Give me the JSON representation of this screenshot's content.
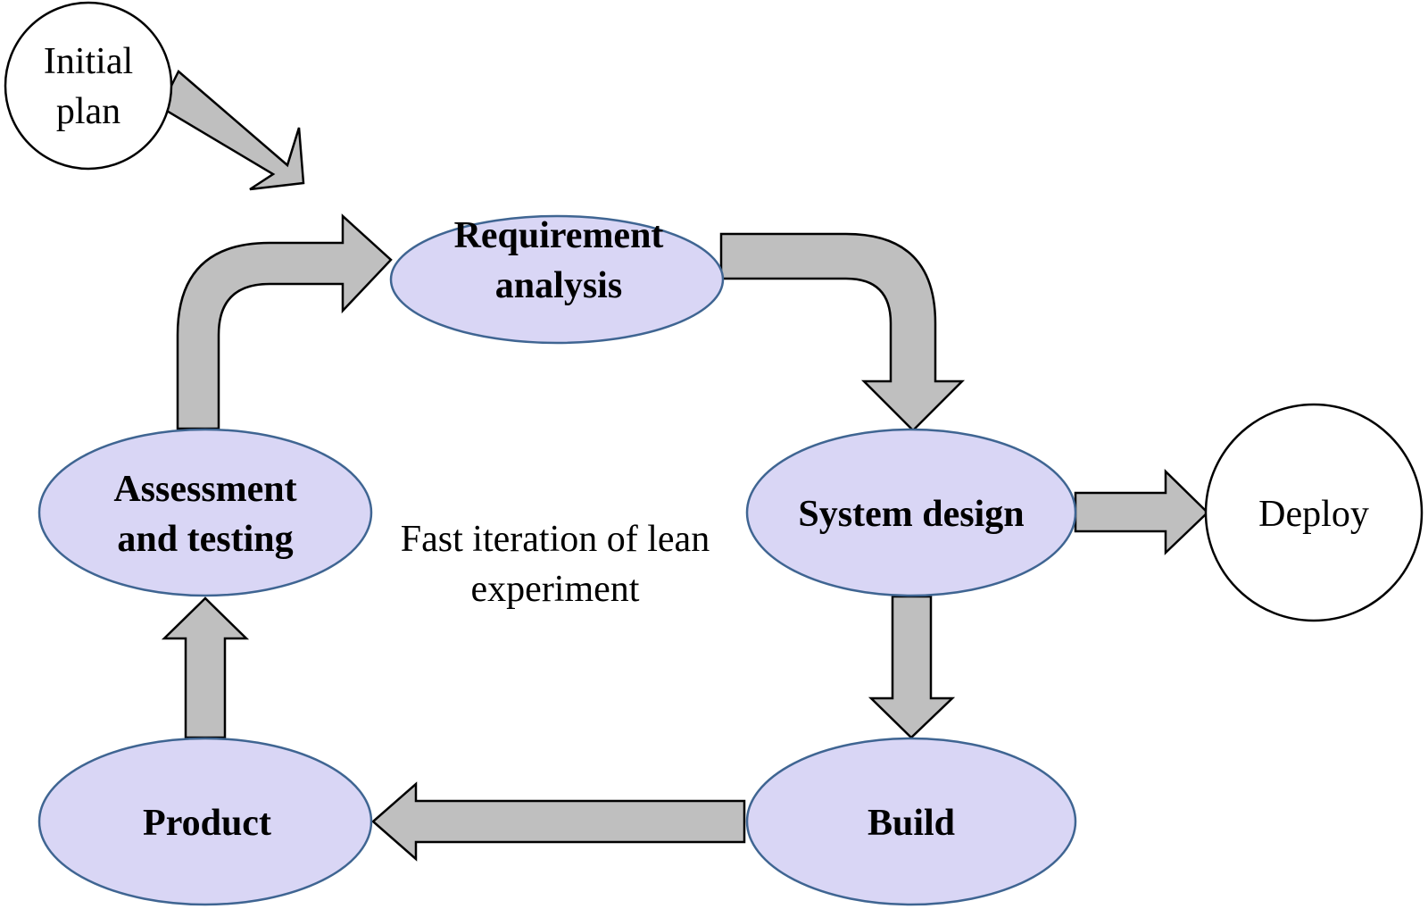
{
  "diagram": {
    "nodes": {
      "initial_plan": {
        "line1": "Initial",
        "line2": "plan"
      },
      "requirement": {
        "line1": "Requirement",
        "line2": "analysis"
      },
      "system_design": {
        "label": "System design"
      },
      "deploy": {
        "label": "Deploy"
      },
      "build": {
        "label": "Build"
      },
      "product": {
        "label": "Product"
      },
      "assessment": {
        "line1": "Assessment",
        "line2": "and testing"
      }
    },
    "center_note": {
      "line1": "Fast iteration of lean",
      "line2": "experiment"
    },
    "colors": {
      "ellipse_fill": "#d9d6f5",
      "ellipse_stroke": "#3f6592",
      "arrow_fill": "#bfbfbf"
    }
  }
}
